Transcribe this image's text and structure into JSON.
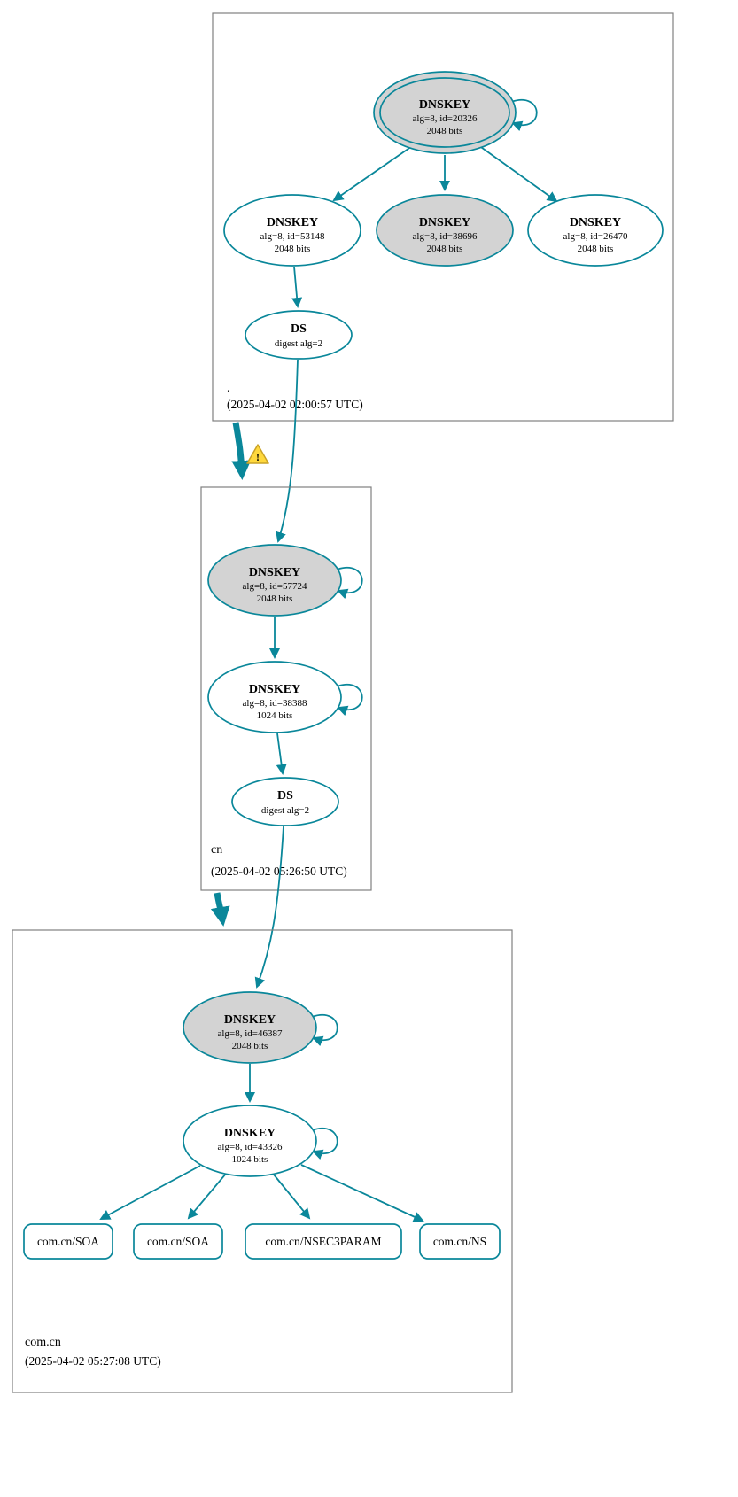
{
  "colors": {
    "edge": "#0a879a",
    "ksk_fill": "#d3d3d3",
    "node_fill": "#ffffff",
    "warning_fill": "#ffd83d",
    "zone_border": "#808080"
  },
  "icons": {
    "warning_glyph": "!"
  },
  "zones": {
    "root": {
      "label": ".",
      "timestamp": "(2025-04-02 02:00:57 UTC)",
      "nodes": {
        "ksk20326": {
          "title": "DNSKEY",
          "detail1": "alg=8, id=20326",
          "detail2": "2048 bits"
        },
        "zsk53148": {
          "title": "DNSKEY",
          "detail1": "alg=8, id=53148",
          "detail2": "2048 bits"
        },
        "ksk38696": {
          "title": "DNSKEY",
          "detail1": "alg=8, id=38696",
          "detail2": "2048 bits"
        },
        "zsk26470": {
          "title": "DNSKEY",
          "detail1": "alg=8, id=26470",
          "detail2": "2048 bits"
        },
        "ds": {
          "title": "DS",
          "detail1": "digest alg=2"
        }
      }
    },
    "cn": {
      "label": "cn",
      "timestamp": "(2025-04-02 05:26:50 UTC)",
      "nodes": {
        "ksk57724": {
          "title": "DNSKEY",
          "detail1": "alg=8, id=57724",
          "detail2": "2048 bits"
        },
        "zsk38388": {
          "title": "DNSKEY",
          "detail1": "alg=8, id=38388",
          "detail2": "1024 bits"
        },
        "ds": {
          "title": "DS",
          "detail1": "digest alg=2"
        }
      }
    },
    "comcn": {
      "label": "com.cn",
      "timestamp": "(2025-04-02 05:27:08 UTC)",
      "nodes": {
        "ksk46387": {
          "title": "DNSKEY",
          "detail1": "alg=8, id=46387",
          "detail2": "2048 bits"
        },
        "zsk43326": {
          "title": "DNSKEY",
          "detail1": "alg=8, id=43326",
          "detail2": "1024 bits"
        }
      },
      "rrsets": [
        {
          "label": "com.cn/SOA"
        },
        {
          "label": "com.cn/SOA"
        },
        {
          "label": "com.cn/NSEC3PARAM"
        },
        {
          "label": "com.cn/NS"
        }
      ]
    }
  }
}
